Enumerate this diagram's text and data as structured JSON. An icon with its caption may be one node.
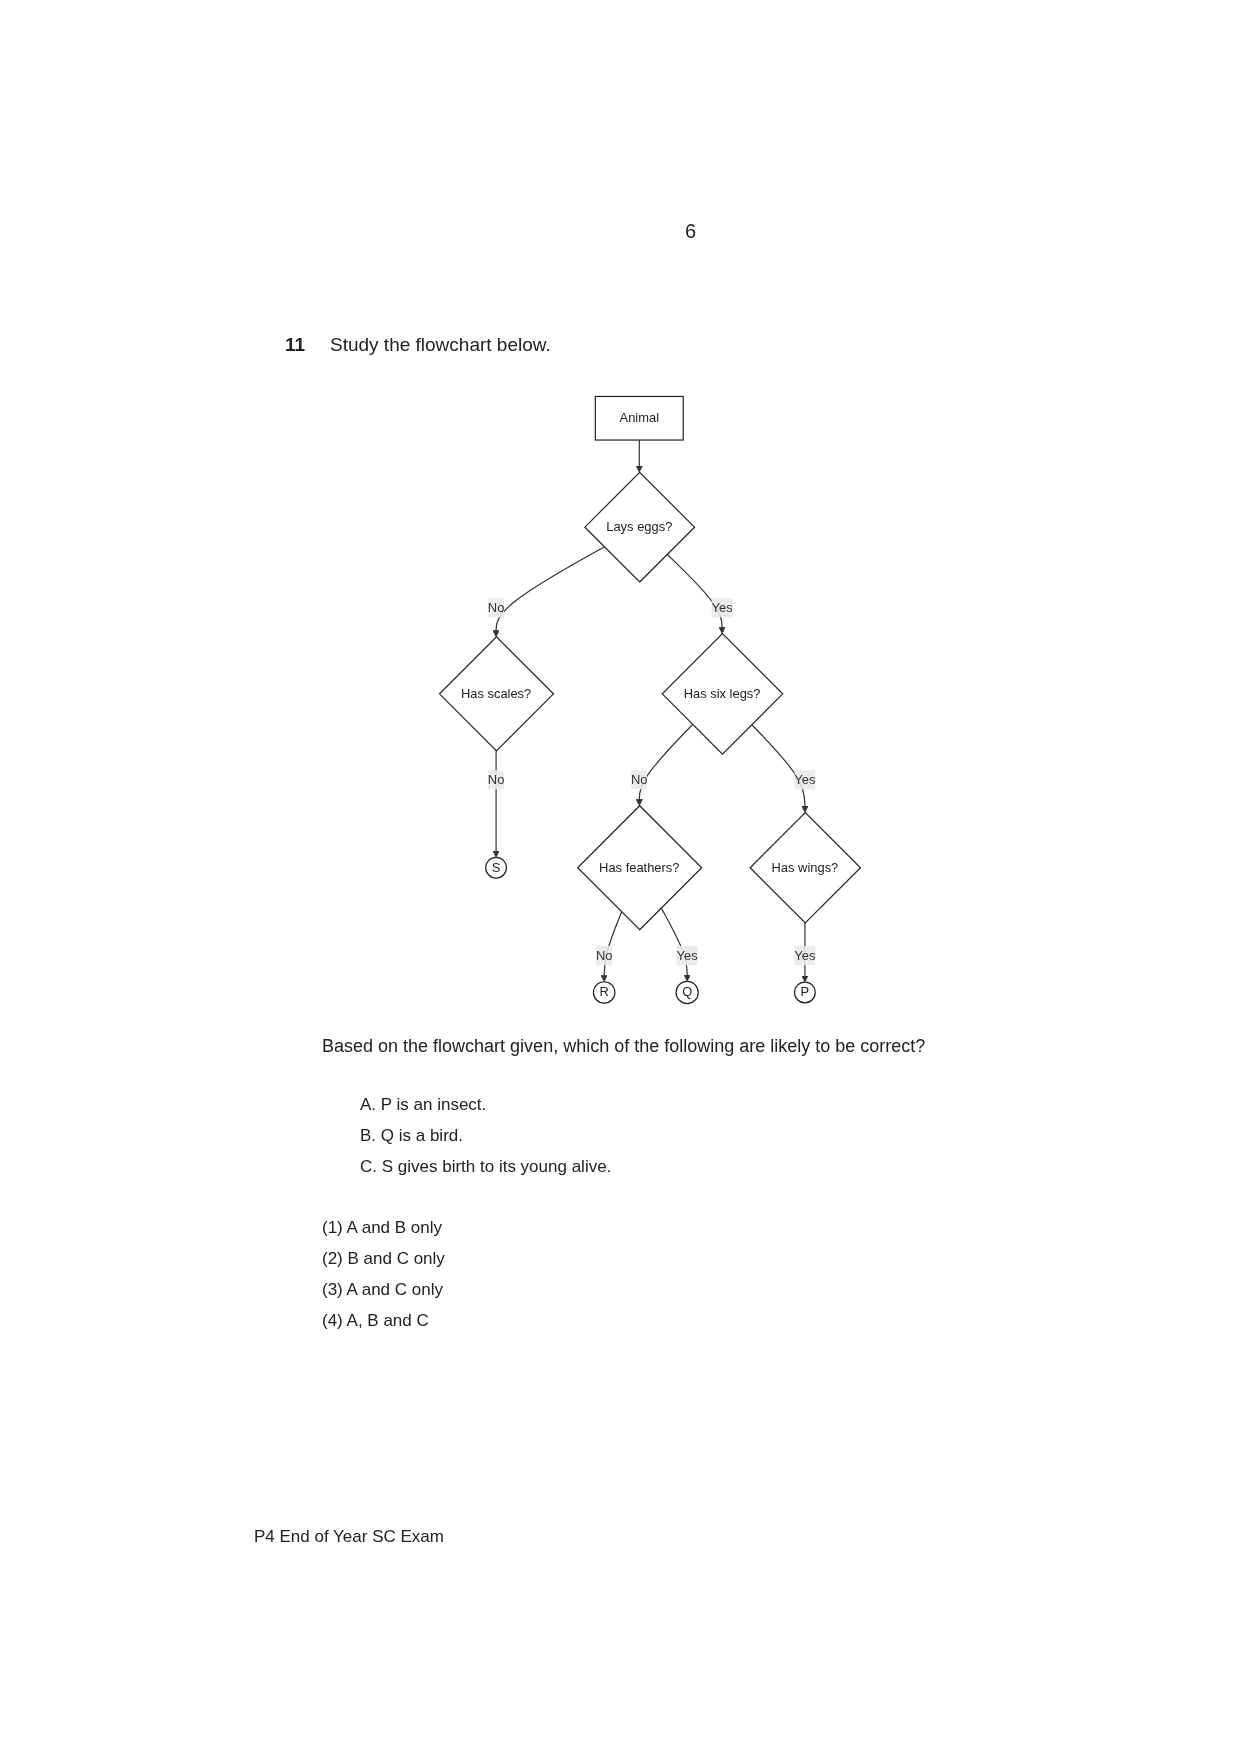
{
  "diagram": {
    "nodes": [
      {
        "text": [
          "Animal"
        ]
      },
      {
        "text": [
          "Lays eggs?"
        ]
      },
      {
        "text": [
          "Has scales?"
        ]
      },
      {
        "text": [
          "S"
        ]
      },
      {
        "text": [
          "Has six legs?"
        ]
      },
      {
        "text": [
          "Has feathers?"
        ]
      },
      {
        "text": [
          "R"
        ]
      },
      {
        "text": [
          "Q"
        ]
      },
      {
        "text": [
          "Has wings?"
        ]
      },
      {
        "text": [
          "P"
        ]
      }
    ],
    "edges": [
      {
        "from": 0,
        "to": 1,
        "arrow": "to"
      },
      {
        "from": 1,
        "to": 2,
        "arrow": "to",
        "label": "No"
      },
      {
        "from": 2,
        "to": 3,
        "arrow": "to",
        "label": "No"
      },
      {
        "from": 1,
        "to": 4,
        "arrow": "to",
        "label": "Yes"
      },
      {
        "from": 4,
        "to": 5,
        "arrow": "to",
        "label": "No"
      },
      {
        "from": 5,
        "to": 6,
        "arrow": "to",
        "label": "No"
      },
      {
        "from": 5,
        "to": 7,
        "arrow": "to",
        "label": "Yes"
      },
      {
        "from": 4,
        "to": 8,
        "arrow": "to",
        "label": "Yes"
      },
      {
        "from": 8,
        "to": 9,
        "arrow": "to",
        "label": "Yes"
      }
    ],
    "labels": [
      "6",
      "11",
      "Study the flowchart below.",
      "Based on the flowchart given, which of the following are likely to be correct?",
      "A. P is an insect.",
      "B. Q is a bird.",
      "C. S gives birth to its young alive.",
      "(1) A and B only",
      "(2) B and C only",
      "(3) A and C only",
      "(4) A, B and C",
      "P4 End of Year SC Exam"
    ]
  }
}
